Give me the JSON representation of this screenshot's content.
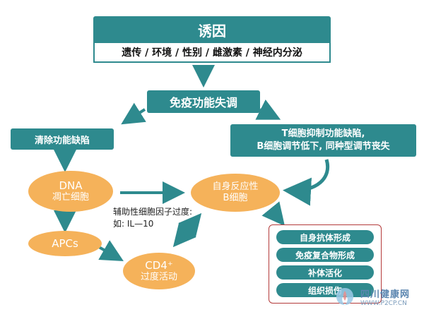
{
  "trigger": {
    "title": "诱因",
    "factors": "遗传 / 环境 / 性别 / 雌激素 / 神经内分泌"
  },
  "immune_dysfunction": "免疫功能失调",
  "clearance_defect": "清除功能缺陷",
  "t_cell_defect": {
    "line1": "T细胞抑制功能缺陷,",
    "line2": "B细胞调节低下, 同种型调节丧失"
  },
  "dna_apoptotic": {
    "line1": "DNA",
    "line2": "凋亡细胞"
  },
  "apcs": "APCs",
  "cd4": {
    "line1": "CD4⁺",
    "line2": "过度活动"
  },
  "autoreactive_b": {
    "line1": "自身反应性",
    "line2": "B细胞"
  },
  "cytokine_note": {
    "line1": "辅助性细胞因子过度:",
    "line2": "如: IL—10"
  },
  "outcomes": [
    "自身抗体形成",
    "免疫复合物形成",
    "补体活化",
    "组织损伤"
  ],
  "watermark": {
    "cn": "四川健康网",
    "url": "WWW.P2CP.CN"
  },
  "colors": {
    "teal": "#2e8a8e",
    "orange": "#f5b25a",
    "frame": "#b43a3a"
  }
}
